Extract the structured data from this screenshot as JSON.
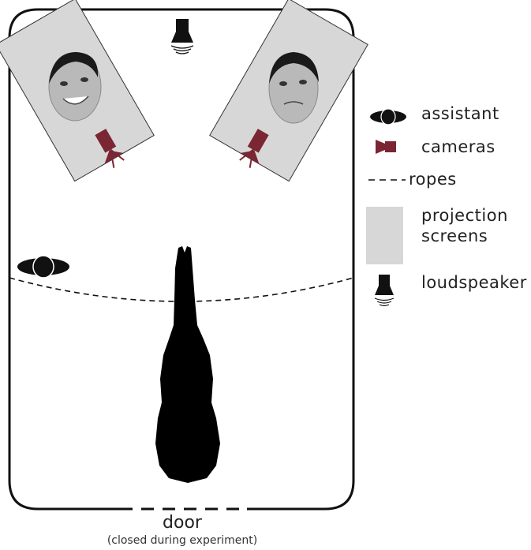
{
  "diagram": {
    "door": {
      "label": "door",
      "note": "(closed during experiment)"
    },
    "legend": [
      {
        "key": "assistant",
        "label": "assistant",
        "icon": "assistant-icon"
      },
      {
        "key": "cameras",
        "label": "cameras",
        "icon": "camera-icon"
      },
      {
        "key": "ropes",
        "label": "ropes",
        "icon": "dashed-line-icon"
      },
      {
        "key": "screens",
        "label": "projection\nscreens",
        "icon": "screen-swatch-icon"
      },
      {
        "key": "loudspeaker",
        "label": "loudspeaker",
        "icon": "loudspeaker-icon"
      }
    ],
    "colors": {
      "wall": "#111111",
      "screen_fill": "#d7d7d7",
      "camera": "#7a2633",
      "horse": "#000000",
      "face_skin": "#b9b9b9"
    }
  }
}
